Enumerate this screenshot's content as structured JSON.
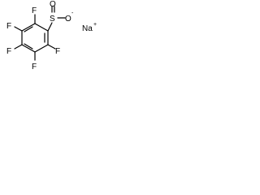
{
  "molecule": {
    "atoms": {
      "f_top": "F",
      "f_upper_left": "F",
      "f_lower_left": "F",
      "f_bottom": "F",
      "f_lower_right": "F",
      "sulfur": "S",
      "oxygen_top": "O",
      "oxygen_right": "O",
      "oxygen_right_charge": "-"
    },
    "counter_ion": {
      "symbol": "Na",
      "charge": "+"
    }
  },
  "colors": {
    "ink": "#000000",
    "background": "#ffffff"
  }
}
